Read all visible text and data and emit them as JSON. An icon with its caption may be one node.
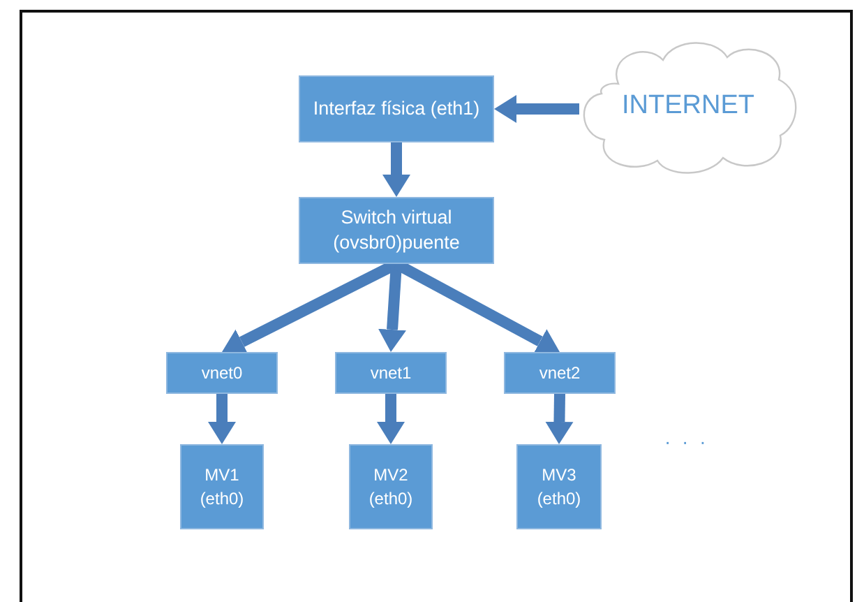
{
  "diagram": {
    "nodes": [
      {
        "text": [
          "Interfaz física (eth1)"
        ]
      },
      {
        "text": [
          "INTERNET"
        ]
      },
      {
        "text": [
          "Switch virtual (ovsbr0)puente"
        ]
      },
      {
        "text": [
          "vnet0"
        ]
      },
      {
        "text": [
          "vnet1"
        ]
      },
      {
        "text": [
          "vnet2"
        ]
      },
      {
        "text": [
          "MV1 (eth0)"
        ]
      },
      {
        "text": [
          "MV2 (eth0)"
        ]
      },
      {
        "text": [
          "MV3 (eth0)"
        ]
      }
    ],
    "edges": [
      {
        "from": 1,
        "to": 0,
        "arrow": "to"
      },
      {
        "from": 0,
        "to": 2,
        "arrow": "to"
      },
      {
        "from": 2,
        "to": 3,
        "arrow": "to"
      },
      {
        "from": 2,
        "to": 4,
        "arrow": "to"
      },
      {
        "from": 2,
        "to": 5,
        "arrow": "to"
      },
      {
        "from": 3,
        "to": 6,
        "arrow": "to"
      },
      {
        "from": 4,
        "to": 7,
        "arrow": "to"
      },
      {
        "from": 5,
        "to": 8,
        "arrow": "to"
      }
    ],
    "labels": [
      "· · ·"
    ]
  }
}
